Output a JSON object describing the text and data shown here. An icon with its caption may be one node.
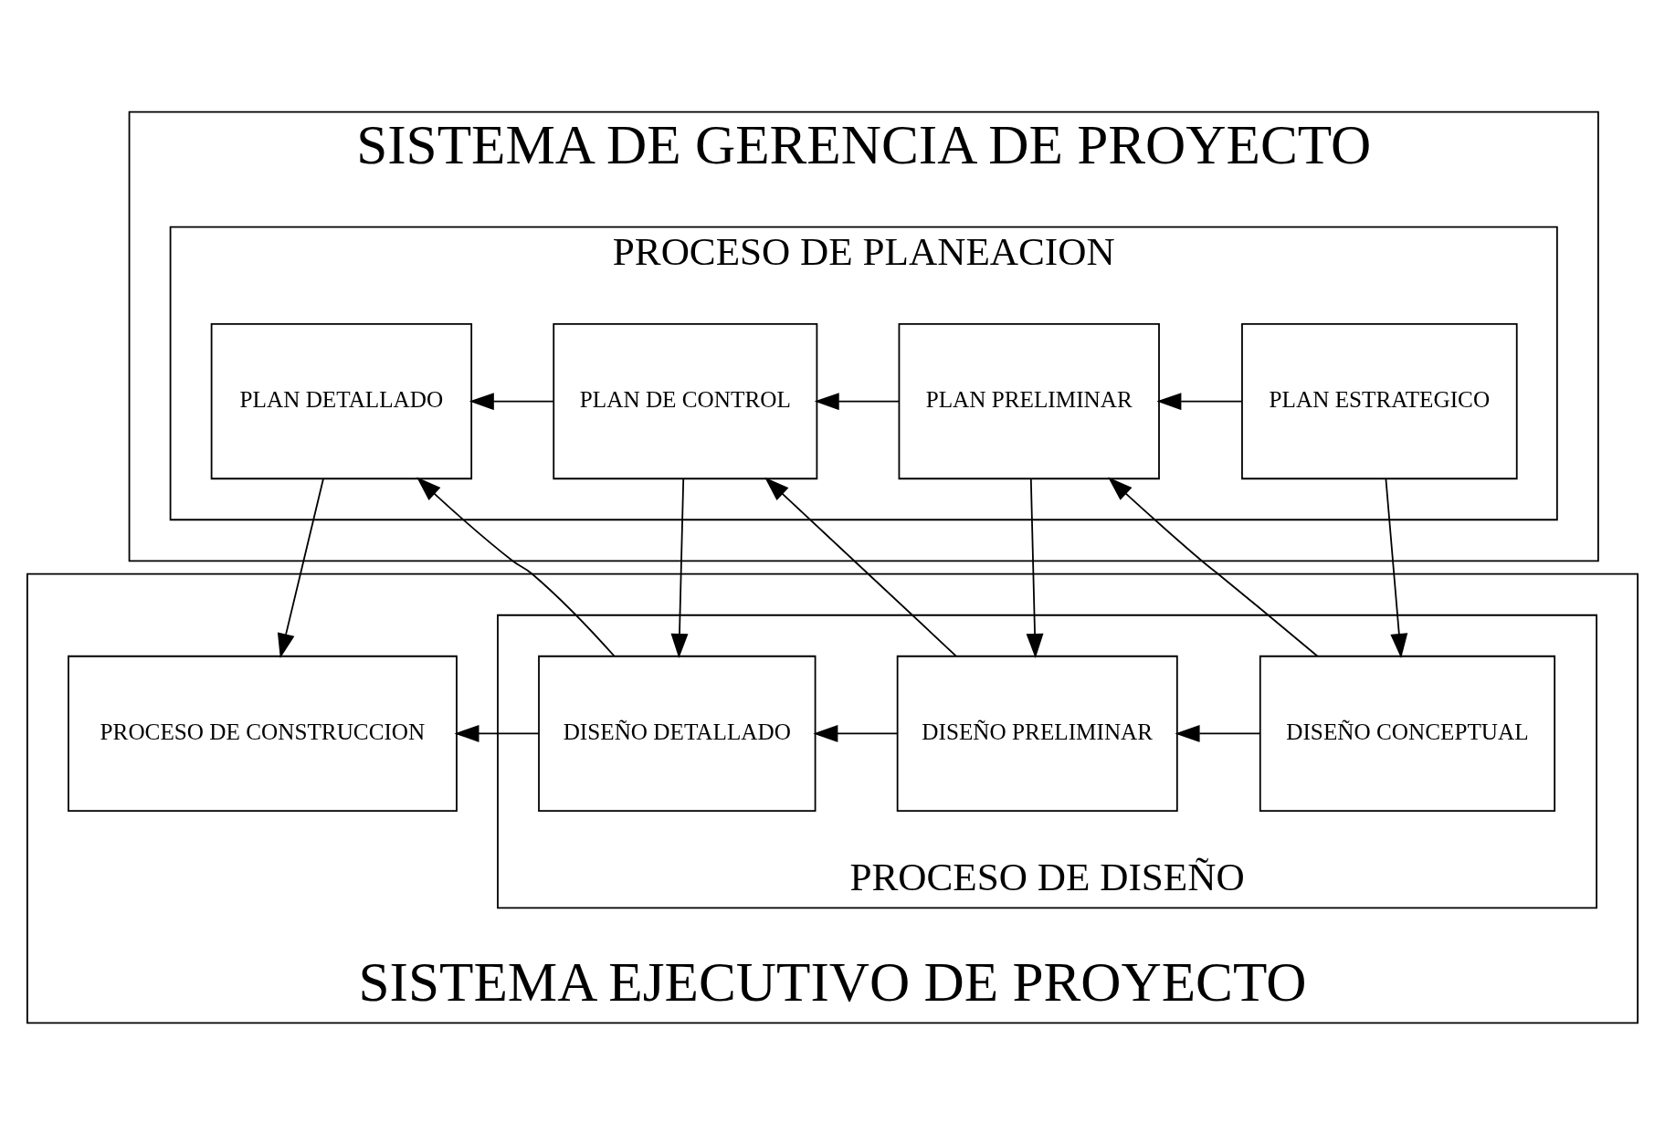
{
  "diagram": {
    "nodes": [
      {
        "text": [
          "SISTEMA DE GERENCIA DE PROYECTO"
        ]
      },
      {
        "text": [
          "PROCESO DE PLANEACION"
        ],
        "in": 0
      },
      {
        "text": [
          "PLAN ESTRATEGICO"
        ],
        "in": 1
      },
      {
        "text": [
          "PLAN PRELIMINAR"
        ],
        "in": 1
      },
      {
        "text": [
          "PLAN DE CONTROL"
        ],
        "in": 1
      },
      {
        "text": [
          "PLAN DETALLADO"
        ],
        "in": 1
      },
      {
        "text": [
          "SISTEMA EJECUTIVO DE PROYECTO"
        ]
      },
      {
        "text": [
          "PROCESO DE DISEÑO"
        ],
        "in": 6
      },
      {
        "text": [
          "DISEÑO CONCEPTUAL"
        ],
        "in": 7
      },
      {
        "text": [
          "DISEÑO PRELIMINAR"
        ],
        "in": 7
      },
      {
        "text": [
          "DISEÑO DETALLADO"
        ],
        "in": 7
      },
      {
        "text": [
          "PROCESO DE CONSTRUCCION"
        ],
        "in": 6
      }
    ],
    "edges": [
      {
        "from": 2,
        "to": 3,
        "arrow": "to"
      },
      {
        "from": 2,
        "to": 8,
        "arrow": "to"
      },
      {
        "from": 8,
        "to": 3,
        "arrow": "to"
      },
      {
        "from": 8,
        "to": 9,
        "arrow": "to"
      },
      {
        "from": 3,
        "to": 9,
        "arrow": "to"
      },
      {
        "from": 3,
        "to": 4,
        "arrow": "to"
      },
      {
        "from": 9,
        "to": 4,
        "arrow": "to"
      },
      {
        "from": 9,
        "to": 10,
        "arrow": "to"
      },
      {
        "from": 4,
        "to": 10,
        "arrow": "to"
      },
      {
        "from": 4,
        "to": 5,
        "arrow": "to"
      },
      {
        "from": 10,
        "to": 5,
        "arrow": "to"
      },
      {
        "from": 10,
        "to": 11,
        "arrow": "to"
      },
      {
        "from": 5,
        "to": 11,
        "arrow": "to"
      }
    ]
  }
}
